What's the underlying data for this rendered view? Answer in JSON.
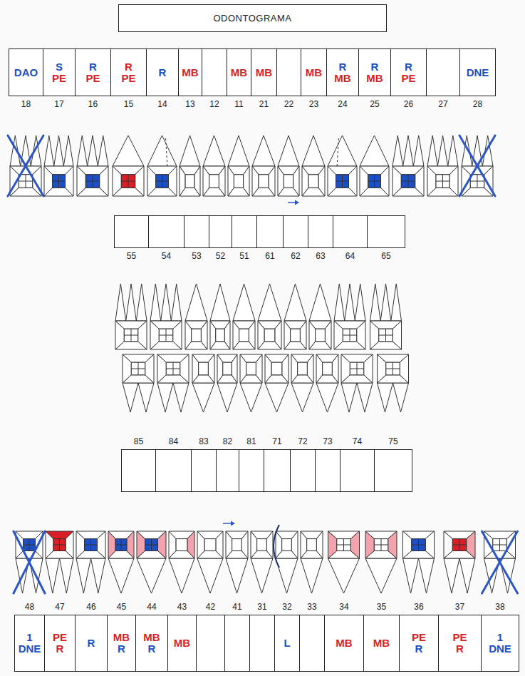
{
  "diagram": {
    "title": "ODONTOGRAMA",
    "nodes": [
      {
        "text": [
          "DAO",
          "18"
        ]
      },
      {
        "text": [
          "S",
          "PE",
          "17"
        ]
      },
      {
        "text": [
          "R",
          "PE",
          "16"
        ]
      },
      {
        "text": [
          "R",
          "PE",
          "15"
        ]
      },
      {
        "text": [
          "R",
          "14"
        ]
      },
      {
        "text": [
          "MB",
          "13"
        ]
      },
      {
        "text": [
          "12"
        ]
      },
      {
        "text": [
          "MB",
          "11"
        ]
      },
      {
        "text": [
          "MB",
          "21"
        ]
      },
      {
        "text": [
          "22"
        ]
      },
      {
        "text": [
          "MB",
          "23"
        ]
      },
      {
        "text": [
          "R",
          "MB",
          "24"
        ]
      },
      {
        "text": [
          "R",
          "MB",
          "25"
        ]
      },
      {
        "text": [
          "R",
          "PE",
          "26"
        ]
      },
      {
        "text": [
          "27"
        ]
      },
      {
        "text": [
          "DNE",
          "28"
        ]
      },
      {
        "text": [
          "55"
        ]
      },
      {
        "text": [
          "54"
        ]
      },
      {
        "text": [
          "53"
        ]
      },
      {
        "text": [
          "52"
        ]
      },
      {
        "text": [
          "51"
        ]
      },
      {
        "text": [
          "61"
        ]
      },
      {
        "text": [
          "62"
        ]
      },
      {
        "text": [
          "63"
        ]
      },
      {
        "text": [
          "64"
        ]
      },
      {
        "text": [
          "65"
        ]
      },
      {
        "text": [
          "85"
        ]
      },
      {
        "text": [
          "84"
        ]
      },
      {
        "text": [
          "83"
        ]
      },
      {
        "text": [
          "82"
        ]
      },
      {
        "text": [
          "81"
        ]
      },
      {
        "text": [
          "71"
        ]
      },
      {
        "text": [
          "72"
        ]
      },
      {
        "text": [
          "73"
        ]
      },
      {
        "text": [
          "74"
        ]
      },
      {
        "text": [
          "75"
        ]
      },
      {
        "text": [
          "48",
          "1",
          "DNE"
        ]
      },
      {
        "text": [
          "47",
          "PE",
          "R"
        ]
      },
      {
        "text": [
          "46",
          "R"
        ]
      },
      {
        "text": [
          "45",
          "MB",
          "R"
        ]
      },
      {
        "text": [
          "44",
          "MB",
          "R"
        ]
      },
      {
        "text": [
          "43",
          "MB"
        ]
      },
      {
        "text": [
          "42"
        ]
      },
      {
        "text": [
          "41"
        ]
      },
      {
        "text": [
          "31"
        ]
      },
      {
        "text": [
          "32",
          "L"
        ]
      },
      {
        "text": [
          "33"
        ]
      },
      {
        "text": [
          "34",
          "MB"
        ]
      },
      {
        "text": [
          "35",
          "MB"
        ]
      },
      {
        "text": [
          "36",
          "PE",
          "R"
        ]
      },
      {
        "text": [
          "37",
          "PE",
          "R"
        ]
      },
      {
        "text": [
          "38",
          "1",
          "DNE"
        ]
      }
    ]
  }
}
